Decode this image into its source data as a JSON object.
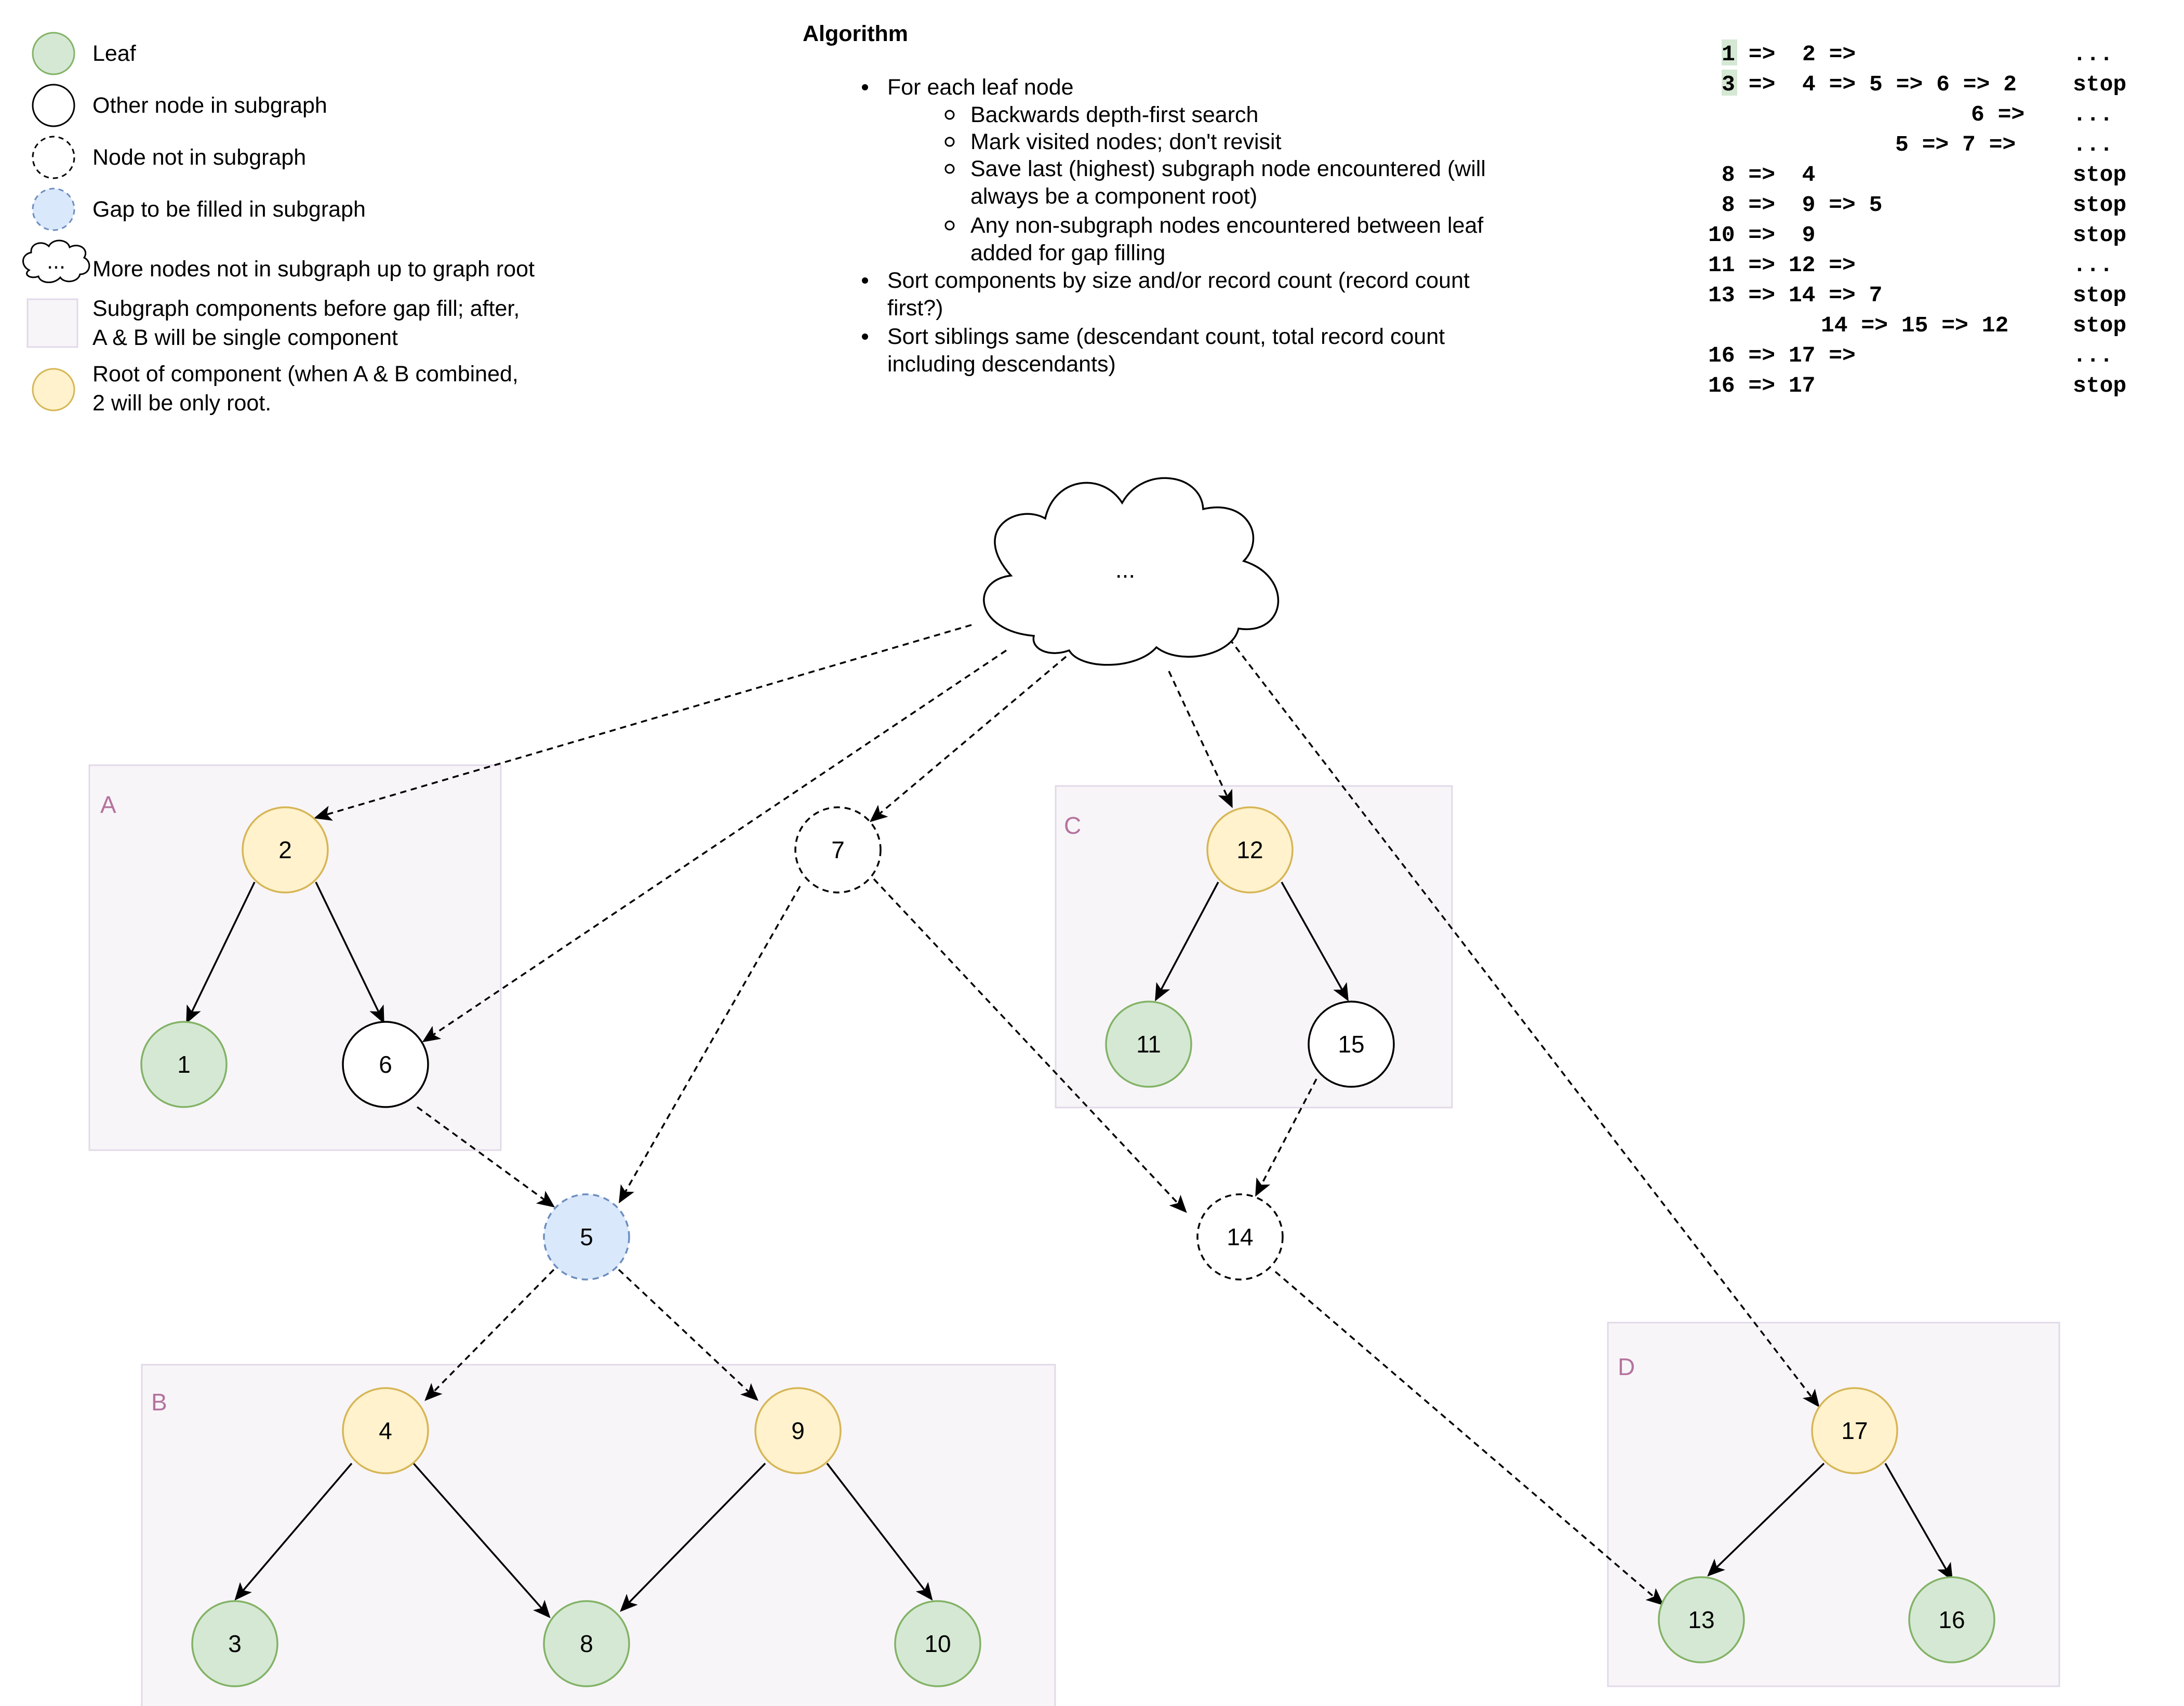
{
  "legend": {
    "leaf": "Leaf",
    "other": "Other node in subgraph",
    "not_in": "Node not in subgraph",
    "gap": "Gap to be filled in subgraph",
    "cloud_symbol": "...",
    "more": "More nodes not in subgraph up to graph root",
    "components_line1": "Subgraph components before gap fill; after,",
    "components_line2": "A & B will be single component",
    "root_line1": "Root of component (when A & B combined,",
    "root_line2": "2 will be only root."
  },
  "algorithm": {
    "title": "Algorithm",
    "l1": "For each leaf node",
    "l1a": "Backwards depth-first search",
    "l1b": "Mark visited nodes; don't revisit",
    "l1c_1": "Save last (highest) subgraph node encountered (will",
    "l1c_2": "always be a component root)",
    "l1d_1": "Any non-subgraph nodes encountered between leaf",
    "l1d_2": "added for gap filling",
    "l2_1": "Sort components by size and/or record count (record count",
    "l2_2": "first?)",
    "l3_1": "Sort siblings same (descendant count, total record count",
    "l3_2": "including descendants)"
  },
  "trace": {
    "r1_a": "1",
    "r1_b": " =>  2 =>",
    "r1_end": "...",
    "r2_a": "3",
    "r2_b": " =>  4 => 5 => 6 => 2",
    "r2_end": "stop",
    "r3": "6 =>",
    "r3_end": "...",
    "r4": "5 => 7 =>",
    "r4_end": "...",
    "r5": " 8 =>  4",
    "r5_end": "stop",
    "r6": " 8 =>  9 => 5",
    "r6_end": "stop",
    "r7": "10 =>  9",
    "r7_end": "stop",
    "r8": "11 => 12 =>",
    "r8_end": "...",
    "r9": "13 => 14 => 7",
    "r9_end": "stop",
    "r10": "14 => 15 => 12",
    "r10_end": "stop",
    "r11": "16 => 17 =>",
    "r11_end": "...",
    "r12": "16 => 17",
    "r12_end": "stop"
  },
  "diagram": {
    "cloud": "...",
    "boxes": {
      "a": "A",
      "b": "B",
      "c": "C",
      "d": "D"
    },
    "nodes": {
      "n1": "1",
      "n2": "2",
      "n3": "3",
      "n4": "4",
      "n5": "5",
      "n6": "6",
      "n7": "7",
      "n8": "8",
      "n9": "9",
      "n10": "10",
      "n11": "11",
      "n12": "12",
      "n13": "13",
      "n14": "14",
      "n15": "15",
      "n16": "16",
      "n17": "17"
    }
  },
  "colors": {
    "leaf_fill": "#d5e8d4",
    "leaf_stroke": "#82b366",
    "root_fill": "#fff2cc",
    "root_stroke": "#d6b656",
    "gap_fill": "#dae8fc",
    "gap_stroke": "#6c8ebf",
    "box_fill": "#f8f5f9",
    "box_stroke": "#e2d9e8",
    "box_label": "#b5739d"
  }
}
